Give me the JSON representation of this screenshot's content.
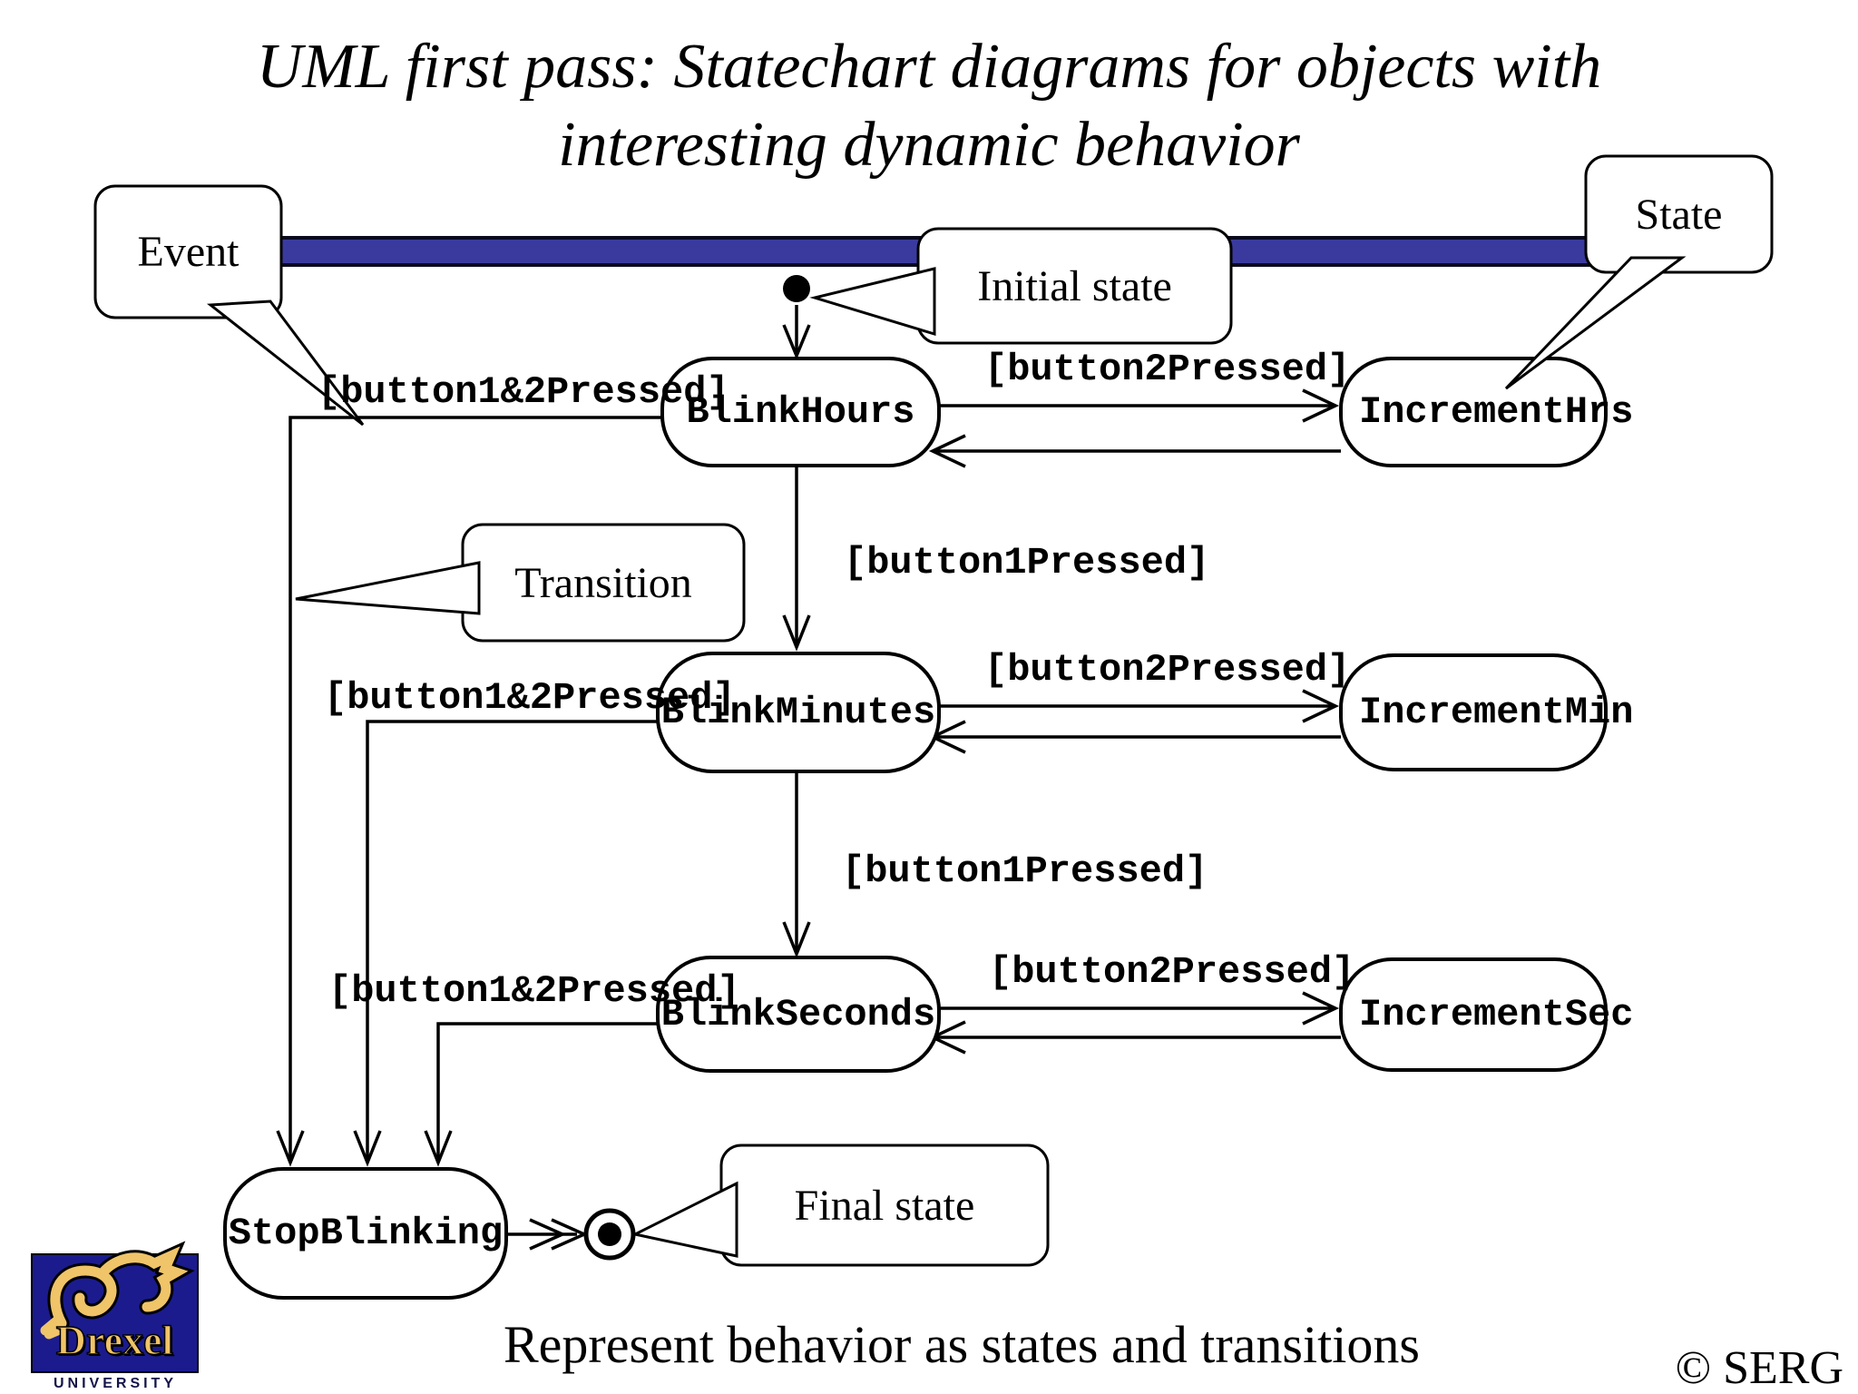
{
  "slide": {
    "title_line1": "UML first pass: Statechart diagrams for objects with",
    "title_line2": "interesting dynamic behavior",
    "footer": "Represent behavior as states and transitions",
    "copyright": "© SERG"
  },
  "callouts": {
    "event": "Event",
    "initial_state": "Initial state",
    "state": "State",
    "transition": "Transition",
    "final_state": "Final state"
  },
  "states": {
    "blink_hours": "BlinkHours",
    "increment_hrs": "IncrementHrs",
    "blink_minutes": "BlinkMinutes",
    "increment_min": "IncrementMin",
    "blink_seconds": "BlinkSeconds",
    "increment_sec": "IncrementSec",
    "stop_blinking": "StopBlinking"
  },
  "transitions": {
    "button1and2": "[button1&2Pressed]",
    "button1": "[button1Pressed]",
    "button2": "[button2Pressed]"
  },
  "logo": {
    "name": "Drexel",
    "subtitle": "UNIVERSITY"
  },
  "icons": {
    "initial_state": "filled-circle",
    "final_state": "bullseye-circle"
  },
  "colors": {
    "divider_bar": "#3A3A9E",
    "logo_background": "#1B1B8E",
    "logo_gold": "#F0C468"
  }
}
